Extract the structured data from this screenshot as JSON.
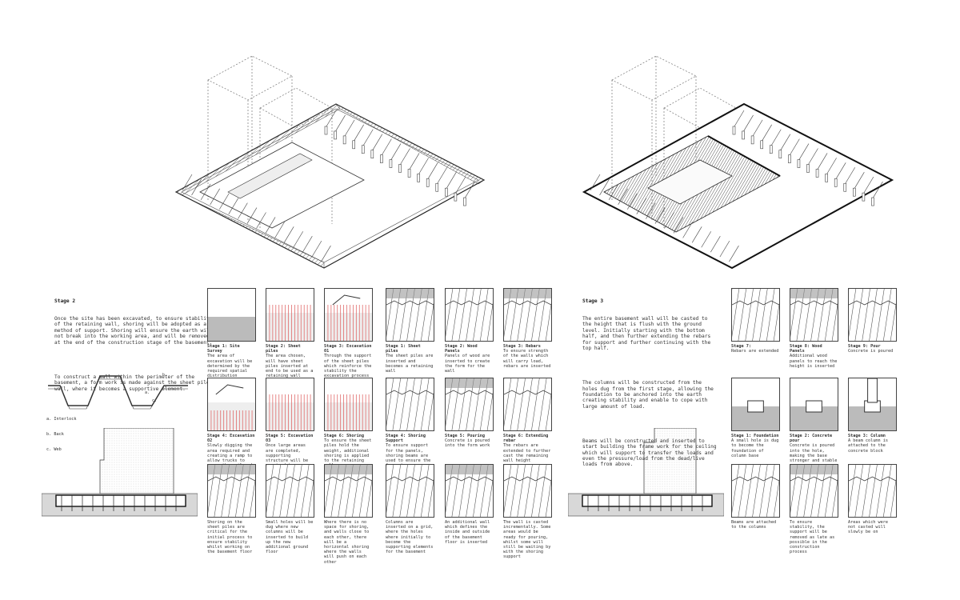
{
  "stage2": {
    "title": "Stage 2",
    "para1": "Once the site has been excavated, to ensure stability of the retaining wall, shoring will be adopted as a method of support. Shoring will ensure the earth will not break into the working area, and will be removed at the end of the construction stage of the basement.",
    "para2": "To construct a wall within the perimeter of the basement, a form work is made against the sheet pile wall, where it becomes a supportive element.",
    "legend": [
      "a. Interlock",
      "b. Back",
      "c. Web"
    ],
    "profile_labels": [
      "b.",
      "a.",
      "c."
    ]
  },
  "stage3": {
    "title": "Stage 3",
    "para1": "The entire basement wall will be casted to the height that is flush with the ground level. Initially starting with the bottom half, and then further extending the rebars for support and further continuing with the top half.",
    "para2": "The columns will be constructed from the holes dug from the first stage, allowing the foundation to be anchored into the earth creating stability and enable to cope with large amount of load.",
    "para3": "Beams will be constructed and inserted to start building the frame work for the ceiling which will support to transfer the loads and even the pressure/load from the dead/live loads from above."
  },
  "panels": [
    {
      "title": "Stage 1: Site Survey",
      "text": "The area of excavation will be determined by the required spatial distribution"
    },
    {
      "title": "Stage 2: Sheet piles",
      "text": "The area chosen, will have sheet piles inserted at end to be used as a retaining wall"
    },
    {
      "title": "Stage 3: Excavation 01",
      "text": "Through the support of the sheet piles which reinforce the stability the excavation process can commence"
    },
    {
      "title": "Stage 1: Sheet piles",
      "text": "The sheet piles are inserted and becomes a retaining wall"
    },
    {
      "title": "Stage 2: Wood Panels",
      "text": "Panels of wood are inserted to create the form for the wall"
    },
    {
      "title": "Stage 3: Rebars",
      "text": "To ensure strength of the walls which will carry load, rebars are inserted"
    },
    {
      "title": "Stage 4: Excavation 02",
      "text": "Slowly digging the area required and creating a ramp to allow trucks to carry the soil and redistribute"
    },
    {
      "title": "Stage 5: Excavation 03",
      "text": "Once large areas are completed, supporting structure will be required to ensure that the structure is stable"
    },
    {
      "title": "Stage 6: Shoring",
      "text": "To ensure the sheet piles hold the weight, additional shoring is applied to the retaining wall"
    },
    {
      "title": "Stage 4: Shoring Support",
      "text": "To ensure support for the panels, shoring beams are used to ensure the form stays"
    },
    {
      "title": "Stage 5: Pouring",
      "text": "Concrete is poured into the form work"
    },
    {
      "title": "Stage 6: Extending rebar",
      "text": "The rebars are extended to further cast the remaining wall height"
    },
    {
      "title": "",
      "text": "Shoring on the sheet piles are critical for the initial process to ensure stability whilst working on the basement floor"
    },
    {
      "title": "",
      "text": "Small holes will be dug where new columns will be inserted to build up the new additional ground floor"
    },
    {
      "title": "",
      "text": "Where there is no space for shoring, and walls close to each other, there will be a horizontal shoring where the walls will push on each other"
    },
    {
      "title": "",
      "text": "Columns are inserted on a grid, where the holes where initially to become the supporting elements for the basement"
    },
    {
      "title": "",
      "text": "An additional wall which defines the inside and outside of the basement floor is inserted"
    },
    {
      "title": "",
      "text": "The wall is casted incrementally. Some areas would be ready for pouring, whilst some will still be waiting by with the shoring support"
    },
    {
      "title": "Stage 7:",
      "text": "Rebars are extended"
    },
    {
      "title": "Stage 8: Wood Panels",
      "text": "Additional wood panels to reach the height is inserted"
    },
    {
      "title": "Stage 9: Pour",
      "text": "Concrete is poured"
    },
    {
      "title": "Stage 1: Foundation",
      "text": "A small hole is dug to become the foundation of column base"
    },
    {
      "title": "Stage 2: Concrete pour",
      "text": "Concrete is poured into the hole, making the base stronger and stable"
    },
    {
      "title": "Stage 3: Column",
      "text": "A beam column is attached to the concrete block"
    },
    {
      "title": "",
      "text": "Beams are attached to the columns"
    },
    {
      "title": "",
      "text": "To ensure stability, the support will be removed as late as possible in the construction process"
    },
    {
      "title": "",
      "text": "Areas which were not casted will slowly be on"
    }
  ],
  "colors": {
    "line": "#333333",
    "red": "#e06a6a",
    "ground": "#cccccc",
    "hatch": "#888888"
  }
}
